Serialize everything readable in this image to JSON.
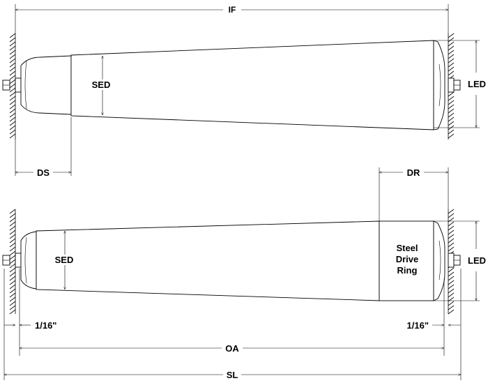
{
  "top_roller": {
    "labels": {
      "overall_between_frames": "IF",
      "small_end_diameter": "SED",
      "large_end_diameter": "LED",
      "distance_small": "DS"
    }
  },
  "bottom_roller": {
    "labels": {
      "distance_ring": "DR",
      "small_end_diameter": "SED",
      "large_end_diameter": "LED",
      "drive_ring_line1": "Steel",
      "drive_ring_line2": "Drive",
      "drive_ring_line3": "Ring",
      "gap_left": "1/16\"",
      "gap_right": "1/16\"",
      "overall_length": "OA",
      "shaft_length": "SL"
    }
  }
}
